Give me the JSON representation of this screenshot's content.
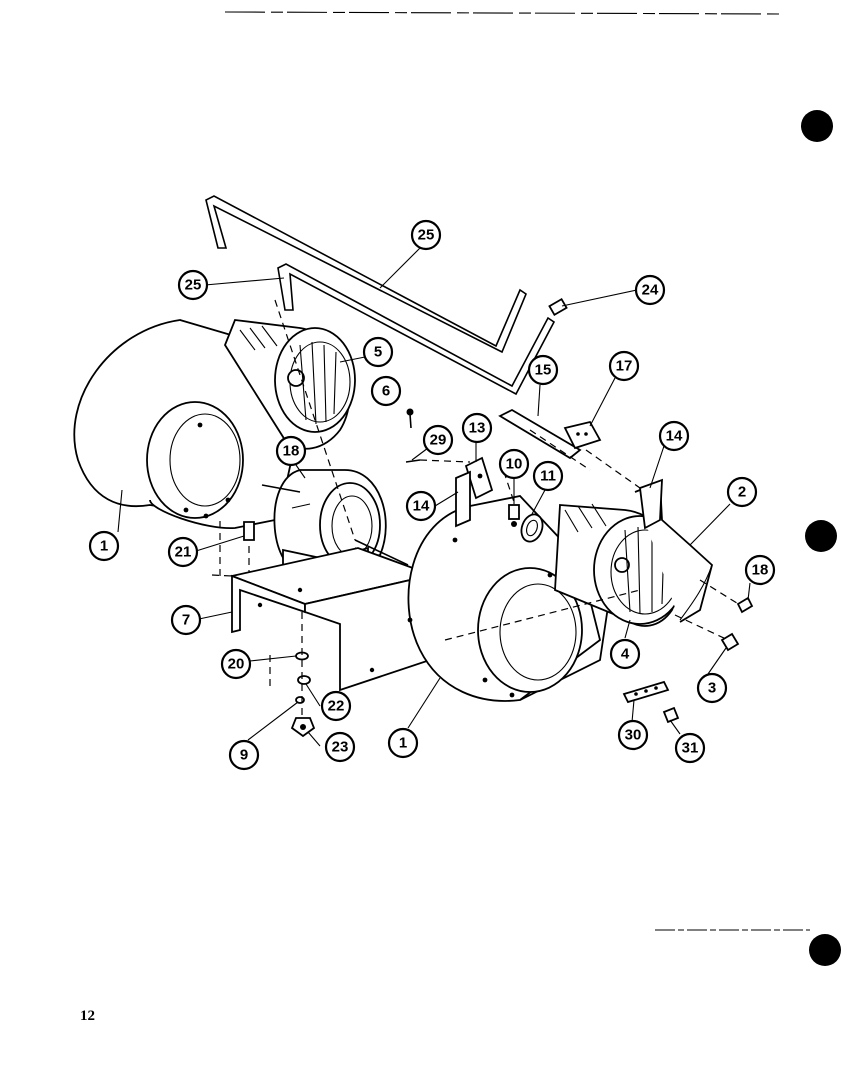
{
  "page": {
    "number": "12"
  },
  "callouts": [
    {
      "id": "c1a",
      "label": "1"
    },
    {
      "id": "c1b",
      "label": "1"
    },
    {
      "id": "c2",
      "label": "2"
    },
    {
      "id": "c3",
      "label": "3"
    },
    {
      "id": "c4",
      "label": "4"
    },
    {
      "id": "c5",
      "label": "5"
    },
    {
      "id": "c6",
      "label": "6"
    },
    {
      "id": "c7",
      "label": "7"
    },
    {
      "id": "c9",
      "label": "9"
    },
    {
      "id": "c10",
      "label": "10"
    },
    {
      "id": "c11",
      "label": "11"
    },
    {
      "id": "c13",
      "label": "13"
    },
    {
      "id": "c14a",
      "label": "14"
    },
    {
      "id": "c14b",
      "label": "14"
    },
    {
      "id": "c15",
      "label": "15"
    },
    {
      "id": "c17",
      "label": "17"
    },
    {
      "id": "c18",
      "label": "18"
    },
    {
      "id": "c18b",
      "label": "18"
    },
    {
      "id": "c20",
      "label": "20"
    },
    {
      "id": "c21",
      "label": "21"
    },
    {
      "id": "c22",
      "label": "22"
    },
    {
      "id": "c23",
      "label": "23"
    },
    {
      "id": "c24",
      "label": "24"
    },
    {
      "id": "c25",
      "label": "25"
    },
    {
      "id": "c25b",
      "label": "25"
    },
    {
      "id": "c29",
      "label": "29"
    },
    {
      "id": "c30",
      "label": "30"
    },
    {
      "id": "c31",
      "label": "31"
    }
  ]
}
